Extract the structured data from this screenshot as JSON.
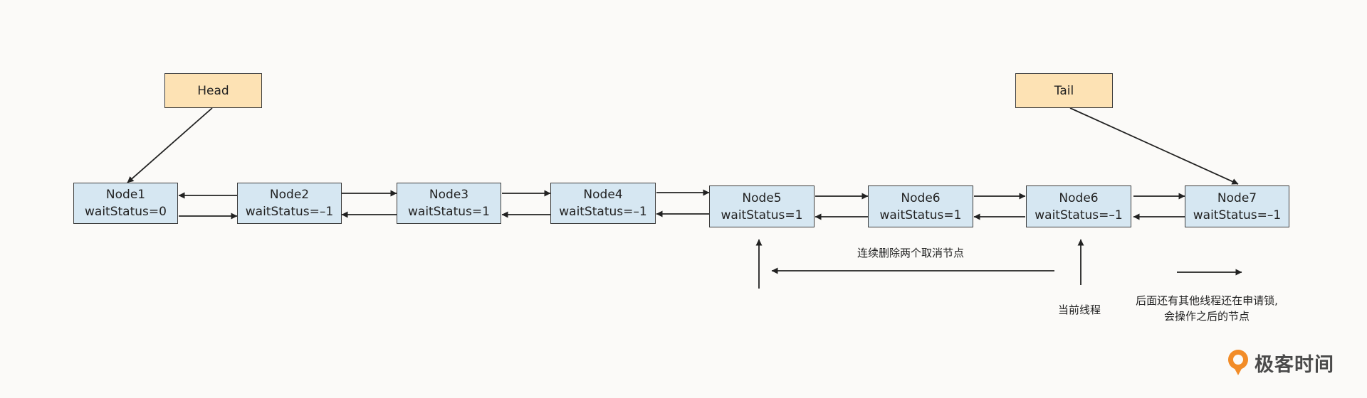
{
  "pointers": {
    "head": "Head",
    "tail": "Tail"
  },
  "nodes": [
    {
      "name": "Node1",
      "status": "waitStatus=0"
    },
    {
      "name": "Node2",
      "status": "waitStatus=–1"
    },
    {
      "name": "Node3",
      "status": "waitStatus=1"
    },
    {
      "name": "Node4",
      "status": "waitStatus=–1"
    },
    {
      "name": "Node5",
      "status": "waitStatus=1"
    },
    {
      "name": "Node6",
      "status": "waitStatus=1"
    },
    {
      "name": "Node6",
      "status": "waitStatus=–1"
    },
    {
      "name": "Node7",
      "status": "waitStatus=–1"
    }
  ],
  "annotations": {
    "remove_two": "连续删除两个取消节点",
    "current_thread": "当前线程",
    "later_threads_line1": "后面还有其他线程还在申请锁,",
    "later_threads_line2": "会操作之后的节点"
  },
  "brand": {
    "name": "极客时间",
    "color": "#f28c28"
  }
}
